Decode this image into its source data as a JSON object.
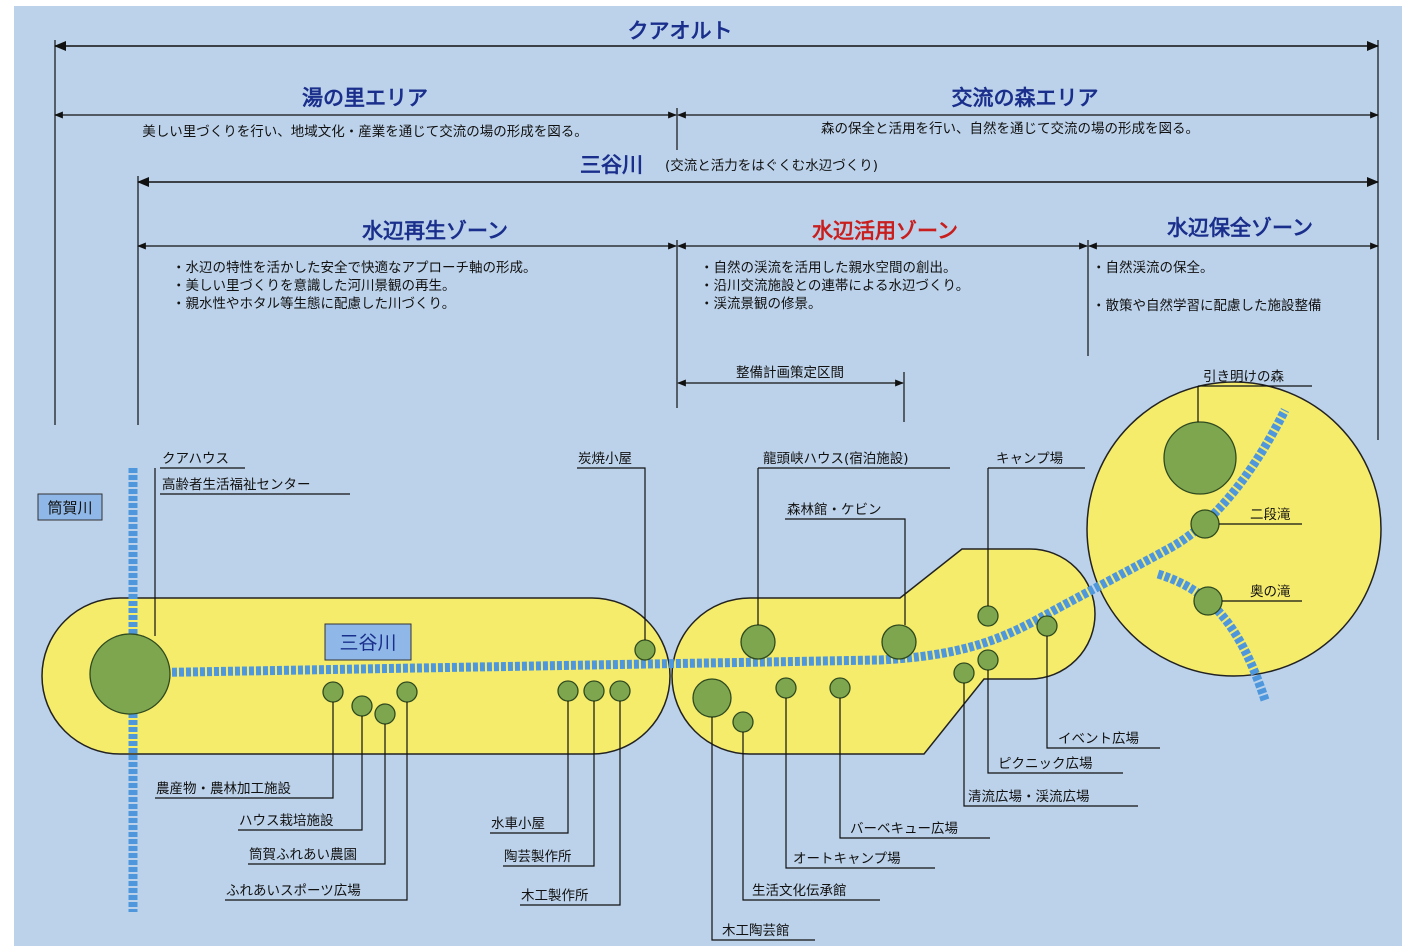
{
  "top_span": {
    "label": "クアオルト"
  },
  "areas": [
    {
      "title": "湯の里エリア",
      "description": "美しい里づくりを行い、地域文化・産業を通じて交流の場の形成を図る。"
    },
    {
      "title": "交流の森エリア",
      "description": "森の保全と活用を行い、自然を通じて交流の場の形成を図る。"
    }
  ],
  "river_span": {
    "name": "三谷川",
    "subtitle": "(交流と活力をはぐくむ水辺づくり)"
  },
  "zones": [
    {
      "title": "水辺再生ゾーン",
      "bullets": [
        "・水辺の特性を活かした安全で快適なアプローチ軸の形成。",
        "・美しい里づくりを意識した河川景観の再生。",
        "・親水性やホタル等生態に配慮した川づくり。"
      ]
    },
    {
      "title": "水辺活用ゾーン",
      "bullets": [
        "・自然の渓流を活用した親水空間の創出。",
        "・沿川交流施設との連帯による水辺づくり。",
        "・渓流景観の修景。"
      ]
    },
    {
      "title": "水辺保全ゾーン",
      "bullets": [
        "・自然渓流の保全。",
        "・散策や自然学習に配慮した施設整備"
      ]
    }
  ],
  "plan_section": {
    "label": "整備計画策定区間"
  },
  "river_labels": {
    "tsutsuga": "筒賀川",
    "mitani": "三谷川"
  },
  "facilities": {
    "kurhaus": "クアハウス",
    "elderly_center": "高齢者生活福祉センター",
    "charcoal_hut": "炭焼小屋",
    "ryuzukyo_house": "龍頭峡ハウス(宿泊施設)",
    "forest_cabin": "森林館・ケビン",
    "campsite": "キャンプ場",
    "dawn_forest": "引き明けの森",
    "nidan_falls": "二段滝",
    "oku_falls": "奥の滝",
    "event_plaza": "イベント広場",
    "picnic_plaza": "ピクニック広場",
    "seiryu_plaza": "清流広場・渓流広場",
    "bbq_plaza": "バーベキュー広場",
    "auto_camp": "オートキャンプ場",
    "culture_hall": "生活文化伝承館",
    "pottery_hall": "木工陶芸館",
    "woodwork_shop": "木工製作所",
    "pottery_shop": "陶芸製作所",
    "watermill": "水車小屋",
    "sports_plaza": "ふれあいスポーツ広場",
    "farm": "筒賀ふれあい農園",
    "greenhouse": "ハウス栽培施設",
    "agri_facility": "農産物・農林加工施設"
  },
  "colors": {
    "background": "#bcd2ea",
    "zone_fill": "#f6ec6c",
    "node_fill": "#7ea64e",
    "river_blue": "#4f97dc",
    "heading_blue": "#1a2f8c",
    "heading_red": "#c81e1e"
  }
}
